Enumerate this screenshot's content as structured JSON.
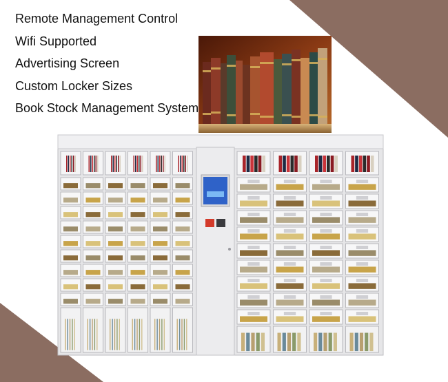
{
  "features": [
    "Remote Management Control",
    "Wifi Supported",
    "Advertising Screen",
    "Custom Locker Sizes",
    "Book Stock Management System"
  ],
  "colors": {
    "corner_accent": "#8b6d61",
    "background": "#ffffff",
    "cabinet": "#e6e6e8",
    "screen": "#2f62c8",
    "photo_background": "#6a2a12"
  },
  "images": {
    "photo": "row-of-old-hardcover-books",
    "product": "book-vending-locker-cabinet"
  }
}
